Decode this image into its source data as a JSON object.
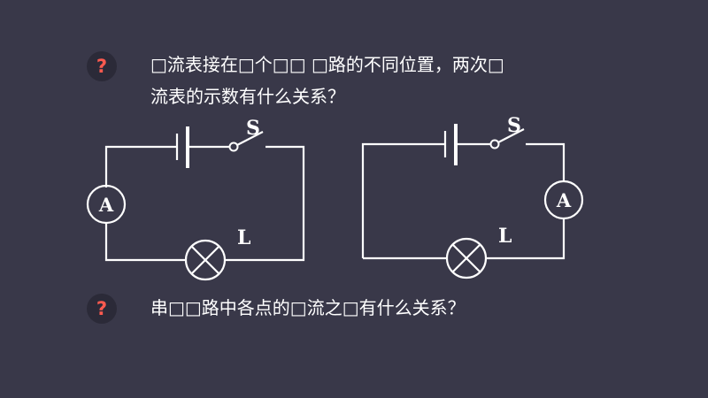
{
  "question1": {
    "icon": "question-mark-icon",
    "icon_glyph": "?",
    "line1": "□流表接在□个□□ □路的不同位置，两次□",
    "line2": "流表的示数有什么关系？"
  },
  "question2": {
    "icon": "question-mark-icon",
    "icon_glyph": "?",
    "text": "串□□路中各点的□流之□有什么关系？"
  },
  "circuit_left": {
    "ammeter": "A",
    "switch": "S",
    "lamp": "L"
  },
  "circuit_right": {
    "ammeter": "A",
    "switch": "S",
    "lamp": "L"
  },
  "colors": {
    "background": "#393849",
    "icon_bg": "#2b2a38",
    "icon_fg": "#ff5a4f",
    "wire": "#ffffff"
  }
}
